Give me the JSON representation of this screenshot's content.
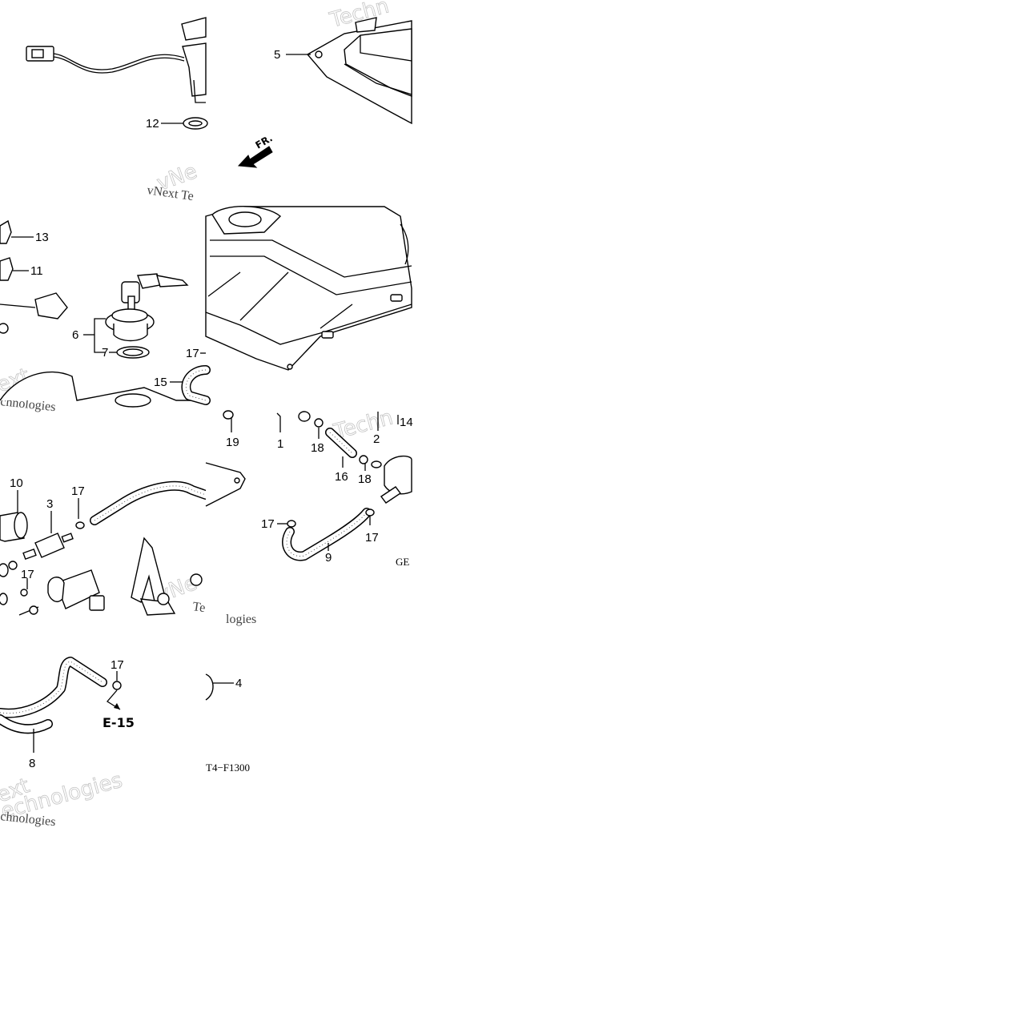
{
  "diagram": {
    "callouts": {
      "p1": "1",
      "p2": "2",
      "p3": "3",
      "p4": "4",
      "p5": "5",
      "p6": "6",
      "p7": "7",
      "p8": "8",
      "p9": "9",
      "p10": "10",
      "p11": "11",
      "p12": "12",
      "p13": "13",
      "p14": "14",
      "p15": "15",
      "p16": "16",
      "p17a": "17",
      "p17b": "17",
      "p17c": "17",
      "p17d": "17",
      "p17e": "17",
      "p17f": "17",
      "p18a": "18",
      "p18b": "18",
      "p19": "19"
    },
    "direction_label": "FR.",
    "reference_label": "E-15",
    "drawing_code": "T4−F1300",
    "cut_code": "GE",
    "watermarks": {
      "w1": "Techn",
      "w2": "vNe",
      "w3": "vNext Te",
      "w4": "ext",
      "w5": "chnologies",
      "w6": "Techn",
      "w7": "vNe",
      "w8": "Te",
      "w9": "logies",
      "w10": "ext",
      "w11": "chnologies",
      "w12": "echnologies"
    }
  }
}
